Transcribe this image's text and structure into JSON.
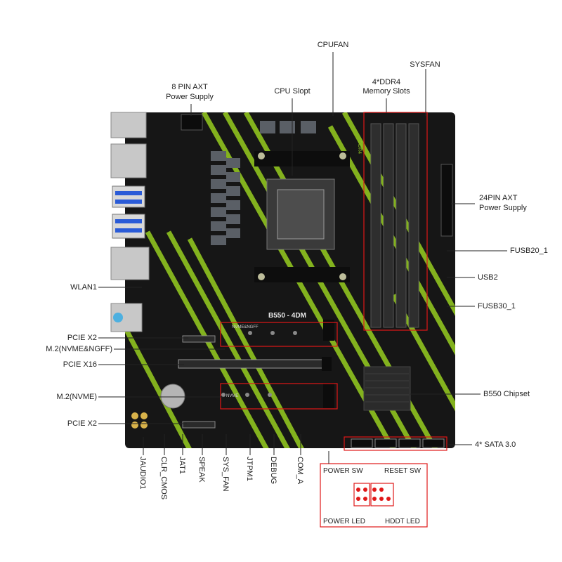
{
  "colors": {
    "board": "#161616",
    "accent_green": "#8fc31f",
    "callout_red": "#e01818",
    "heatsink": "#2b2b2b",
    "metal": "#c8c8c8"
  },
  "board": {
    "model": "B550 - 4DM",
    "ddr_text": "DDR4",
    "m2_upper_silk": "NVME&NGFF",
    "m2_lower_silk": "NVME"
  },
  "labels": {
    "cpufan": "CPUFAN",
    "sysfan": "SYSFAN",
    "ddr4": "4*DDR4",
    "memory_slots": "Memory Slots",
    "pin8_l1": "8 PIN AXT",
    "pin8_l2": "Power Supply",
    "cpu_slot": "CPU Slopt",
    "pin24_l1": "24PIN AXT",
    "pin24_l2": "Power Supply",
    "fusb20": "FUSB20_1",
    "usb2": "USB2",
    "fusb30": "FUSB30_1",
    "wlan": "WLAN1",
    "pcie_x2_top": "PCIE X2",
    "m2_nvme_ngff": "M.2(NVME&NGFF)",
    "pcie_x16": "PCIE X16",
    "chipset": "B550 Chipset",
    "m2_nvme": "M.2(NVME)",
    "pcie_x2_bottom": "PCIE X2",
    "sata": "4* SATA 3.0"
  },
  "bottom_labels": [
    "JAUDIO1",
    "CLR_CMOS",
    "JAT1",
    "SPEAK",
    "SYS_FAN",
    "JTPM1",
    "DEBUG",
    "COM_A"
  ],
  "panel": {
    "power_sw": "POWER SW",
    "reset_sw": "RESET SW",
    "power_led": "POWER LED",
    "hddt_led": "HDDT LED"
  }
}
